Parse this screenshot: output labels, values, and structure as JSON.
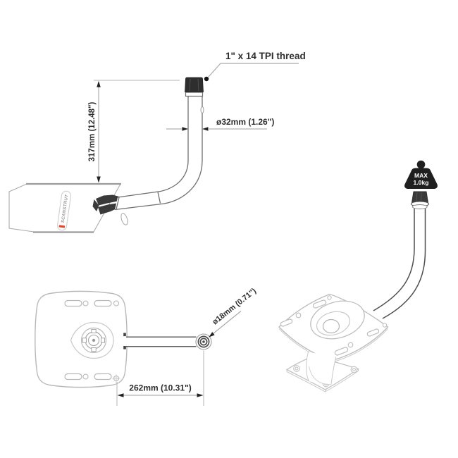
{
  "drawing_title": "Antenna pole mount technical drawing",
  "colors": {
    "background": "#ffffff",
    "dimension_text": "#2d2d2d",
    "dimension_line": "#9e9e9e",
    "extension_line": "#b5b5b5",
    "part_outline": "#6f6f6f",
    "light_outline": "#bdbdbd",
    "dark_fill": "#2e2e2e",
    "weight_fill": "#1f1f1f",
    "logo_red": "#e2492f",
    "logo_text": "#9a9a9a"
  },
  "side_view": {
    "thread_annotation": "1\" x 14 TPI thread",
    "height_dimension": "317mm (12.48\")",
    "pole_diameter_dimension": "ø32mm (1.26\")",
    "logo_text": "SCANSTRUT"
  },
  "top_view": {
    "arm_diameter_dimension": "ø18mm (0.71\")",
    "arm_length_dimension": "262mm (10.31\")"
  },
  "isometric_view": {
    "max_load_label": "MAX",
    "max_load_value": "1.0kg"
  }
}
